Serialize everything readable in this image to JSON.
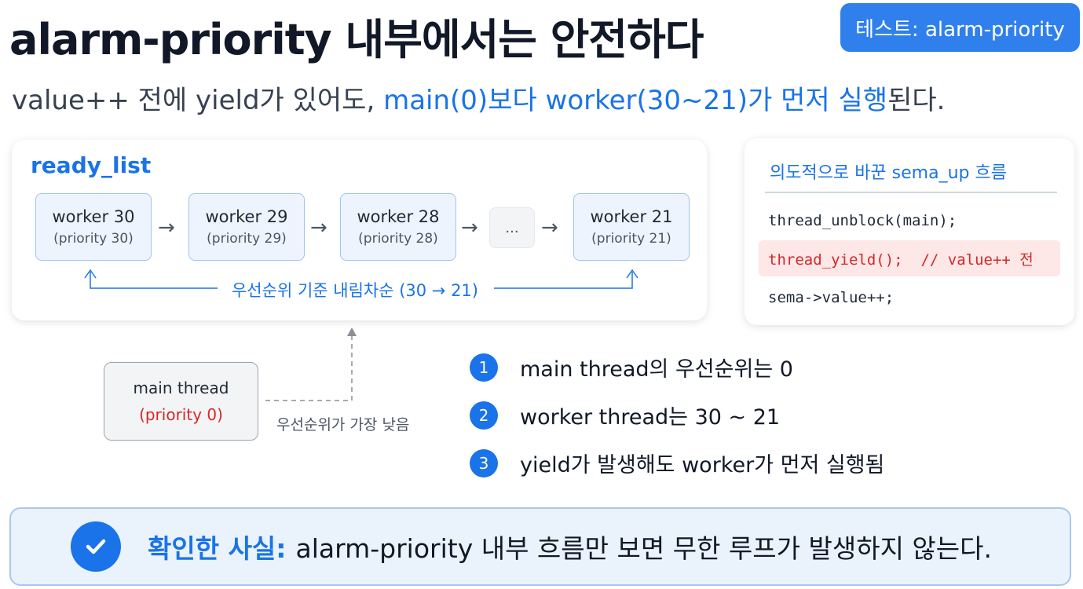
{
  "header": {
    "title": "alarm-priority 내부에서는 안전하다",
    "test_badge": "테스트: alarm-priority"
  },
  "subtitle": {
    "prefix": "value++ 전에 yield가 있어도, ",
    "highlight": "main(0)보다 worker(30~21)가 먼저 실행",
    "suffix": "된다."
  },
  "ready_list": {
    "title": "ready_list",
    "nodes": [
      {
        "name": "worker 30",
        "priority": "(priority 30)"
      },
      {
        "name": "worker 29",
        "priority": "(priority 29)"
      },
      {
        "name": "worker 28",
        "priority": "(priority 28)"
      },
      {
        "name": "worker 21",
        "priority": "(priority 21)"
      }
    ],
    "ellipsis": "...",
    "arrow_glyph": "→",
    "order_label": "우선순위 기준 내림차순 (30 → 21)"
  },
  "flow": {
    "title": "의도적으로 바꾼 sema_up 흐름",
    "lines": [
      "thread_unblock(main);",
      "thread_yield();  // value++ 전",
      "sema->value++;"
    ]
  },
  "main_thread": {
    "name": "main thread",
    "priority": "(priority 0)",
    "note": "우선순위가 가장 낮음"
  },
  "points": [
    {
      "num": "1",
      "text": "main thread의 우선순위는 0"
    },
    {
      "num": "2",
      "text": "worker thread는 30 ~ 21"
    },
    {
      "num": "3",
      "text": "yield가 발생해도 worker가 먼저 실행됨"
    }
  ],
  "fact": {
    "label": "확인한 사실:",
    "text": "alarm-priority 내부 흐름만 보면 무한 루프가 발생하지 않는다."
  },
  "colors": {
    "accent": "#1a73e8",
    "badge": "#2f80ed",
    "highlight_red": "#d62828",
    "node_fill": "#eef4fd",
    "fact_fill": "#eaf2fc"
  },
  "icons": {
    "fact": "check-circle-icon",
    "flow_arrow": "right-arrow-icon",
    "order": "bracket-arrow-icon",
    "main_link": "dashed-up-arrow-icon"
  }
}
